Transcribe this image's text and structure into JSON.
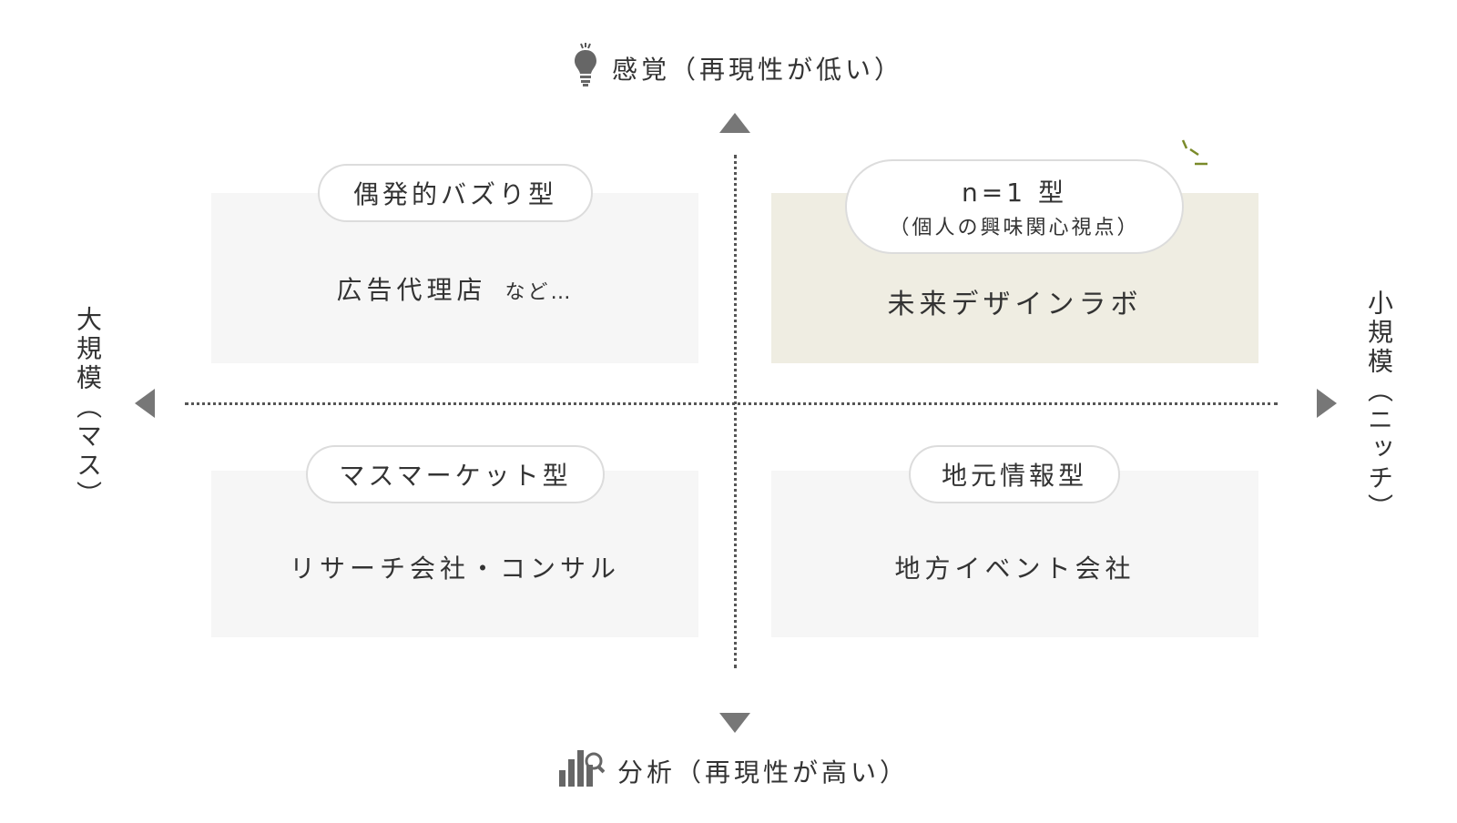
{
  "axes": {
    "top": "感覚（再現性が低い）",
    "bottom": "分析（再現性が高い）",
    "left": "大規模（マス）",
    "right": "小規模（ニッチ）"
  },
  "quadrants": {
    "top_left": {
      "tag": "偶発的バズり型",
      "content": "広告代理店",
      "suffix": "など…"
    },
    "top_right": {
      "tag": "n=1 型",
      "tag_sub": "（個人の興味関心視点）",
      "content": "未来デザインラボ"
    },
    "bottom_left": {
      "tag": "マスマーケット型",
      "content": "リサーチ会社・コンサル"
    },
    "bottom_right": {
      "tag": "地元情報型",
      "content": "地方イベント会社"
    }
  },
  "colors": {
    "highlight_box": "#efede2",
    "box": "#f6f6f6",
    "accent_spark": "#7a8a2a",
    "arrow": "#777777"
  },
  "icons": {
    "top": "lightbulb-icon",
    "bottom": "bar-chart-magnifier-icon",
    "spark": "sparkle-lines-icon"
  }
}
